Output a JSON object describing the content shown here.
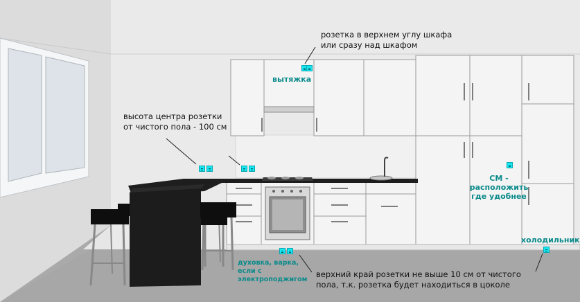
{
  "annotations": {
    "top_socket_line1": "розетка в верхнем углу шкафа",
    "top_socket_line2": "или сразу над шкафом",
    "hood": "вытяжка",
    "height_line1": "высота центра розетки",
    "height_line2": "от чистого пола - 100 см",
    "washer_line1": "СМ -",
    "washer_line2": "расположить",
    "washer_line3": "где удобнее",
    "fridge": "холодильник",
    "oven_line1": "духовка, варка,",
    "oven_line2": "если с",
    "oven_line3": "электроподжигом",
    "plinth_line1": "верхний край розетки не выше 10 см от чистого",
    "plinth_line2": "пола, т.к. розетка будет находиться в цоколе"
  },
  "colors": {
    "socket": "#18e6f0",
    "label_accent": "#0b8a8a",
    "countertop": "#1e1e1e",
    "cabinet": "#f4f4f4",
    "floor": "#a9a9a9"
  }
}
